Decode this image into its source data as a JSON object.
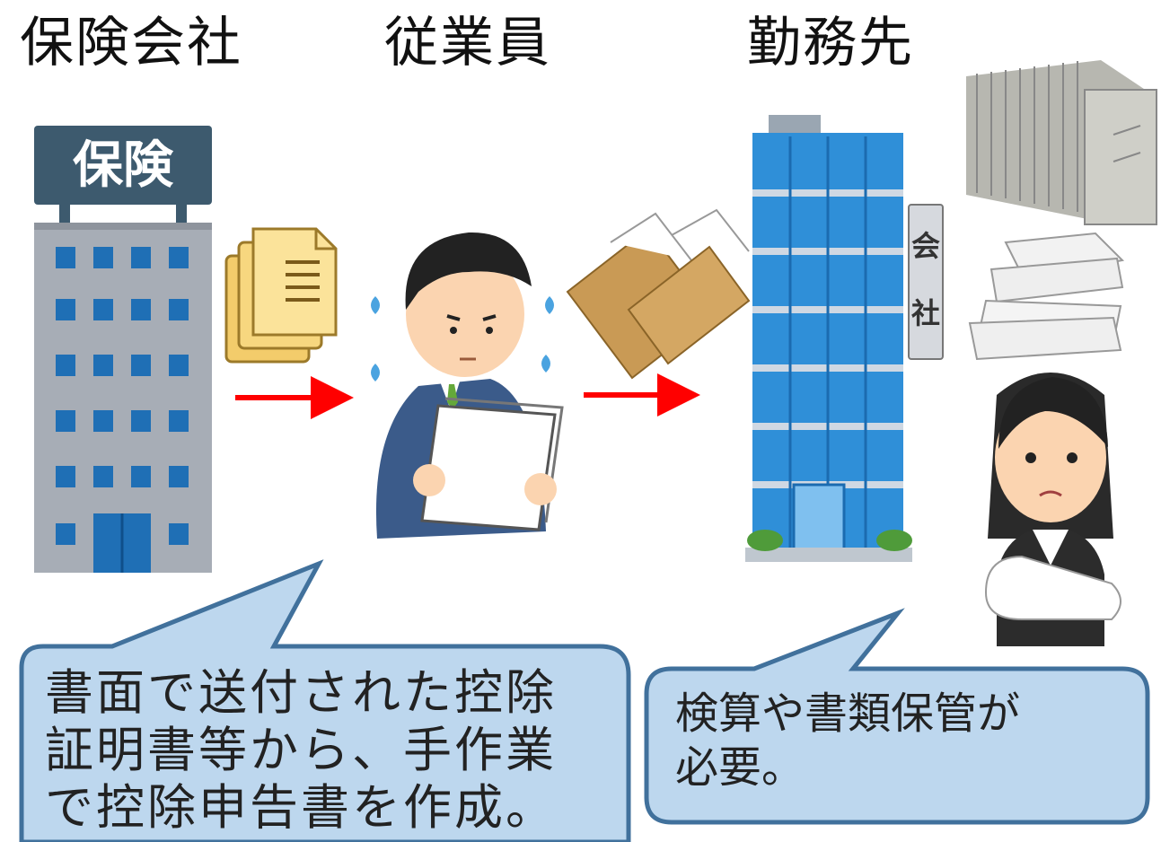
{
  "headers": {
    "insurer": "保険会社",
    "employee": "従業員",
    "employer": "勤務先"
  },
  "signs": {
    "insurance_sign": "保険",
    "company_sign_1": "会",
    "company_sign_2": "社"
  },
  "bubbles": {
    "left": {
      "lines": [
        "書面で送付された控除",
        "証明書等から、手作業",
        "で控除申告書を作成。"
      ]
    },
    "right": {
      "lines": [
        "検算や書類保管が",
        "必要。"
      ]
    }
  },
  "colors": {
    "arrow": "#ff0000",
    "bubble_fill": "#bdd7ee",
    "bubble_stroke": "#41719c",
    "insurance_building": "#a7adb6",
    "office_building": "#2f8fd8",
    "envelope": "#c99a55"
  }
}
